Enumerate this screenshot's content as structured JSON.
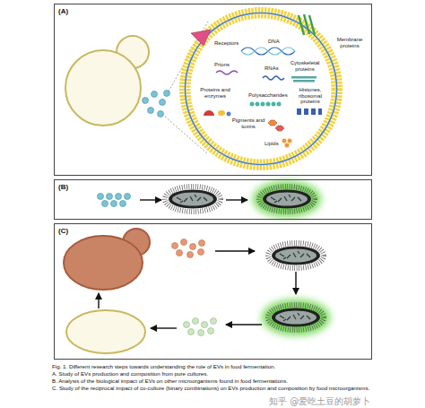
{
  "diagram": {
    "caption": "Fig. 1. Different research steps towards understanding the role of EVs in food fermentation.",
    "nodes": [
      {
        "text": [
          "(A)"
        ]
      },
      {
        "text": [
          "Receptors",
          "DNA",
          "Membrane proteins",
          "Prions",
          "RNAs",
          "Cytoskeletal proteins",
          "Polysaccharides",
          "Proteins and enzymes",
          "Histones, ribosomal proteins",
          "Pigments and toxins",
          "Lipids"
        ],
        "in": 0
      },
      {
        "text": [
          "(B)"
        ]
      },
      {
        "text": [
          "(C)"
        ]
      }
    ],
    "labels": [
      "A. Study of EVs production and composition from pure cultures.",
      "B. Analysis of the biological impact of EVs on other microorganisms found in food fermentations.",
      "C. Study of the reciprocal impact of co-culture (binary combinations) on EVs production and composition by food microorganisms.",
      "知乎 @爱吃土豆的胡萝卜"
    ]
  }
}
